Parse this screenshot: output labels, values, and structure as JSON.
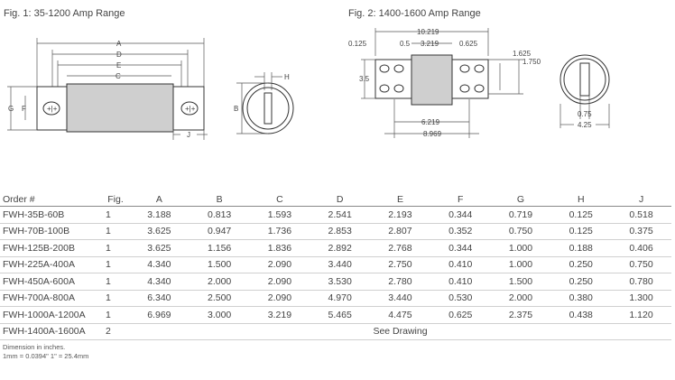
{
  "figures": {
    "fig1_title": "Fig. 1: 35-1200 Amp Range",
    "fig2_title": "Fig. 2: 1400-1600 Amp Range",
    "fig1_labels": {
      "A": "A",
      "D": "D",
      "E": "E",
      "C": "C",
      "G": "G",
      "F": "F",
      "J": "J",
      "B": "B",
      "H": "H"
    },
    "fig2_labels": {
      "overall": "10.219",
      "left_tab": "0.125",
      "gap": "0.5",
      "mid": "3.219",
      "right_gap": "0.625",
      "height": "3.5",
      "tab_h1": "1.625",
      "tab_h2": "1.750",
      "body_len": "6.219",
      "total_len": "8.969",
      "end_w": "0.75",
      "end_d": "4.25"
    }
  },
  "table": {
    "headers": [
      "Order #",
      "Fig.",
      "A",
      "B",
      "C",
      "D",
      "E",
      "F",
      "G",
      "H",
      "J"
    ],
    "rows": [
      [
        "FWH-35B-60B",
        "1",
        "3.188",
        "0.813",
        "1.593",
        "2.541",
        "2.193",
        "0.344",
        "0.719",
        "0.125",
        "0.518"
      ],
      [
        "FWH-70B-100B",
        "1",
        "3.625",
        "0.947",
        "1.736",
        "2.853",
        "2.807",
        "0.352",
        "0.750",
        "0.125",
        "0.375"
      ],
      [
        "FWH-125B-200B",
        "1",
        "3.625",
        "1.156",
        "1.836",
        "2.892",
        "2.768",
        "0.344",
        "1.000",
        "0.188",
        "0.406"
      ],
      [
        "FWH-225A-400A",
        "1",
        "4.340",
        "1.500",
        "2.090",
        "3.440",
        "2.750",
        "0.410",
        "1.000",
        "0.250",
        "0.750"
      ],
      [
        "FWH-450A-600A",
        "1",
        "4.340",
        "2.000",
        "2.090",
        "3.530",
        "2.780",
        "0.410",
        "1.500",
        "0.250",
        "0.780"
      ],
      [
        "FWH-700A-800A",
        "1",
        "6.340",
        "2.500",
        "2.090",
        "4.970",
        "3.440",
        "0.530",
        "2.000",
        "0.380",
        "1.300"
      ],
      [
        "FWH-1000A-1200A",
        "1",
        "6.969",
        "3.000",
        "3.219",
        "5.465",
        "4.475",
        "0.625",
        "2.375",
        "0.438",
        "1.120"
      ]
    ],
    "last_row": {
      "order": "FWH-1400A-1600A",
      "fig": "2",
      "note": "See Drawing"
    }
  },
  "notes": {
    "line1": "Dimension in inches.",
    "line2": "1mm = 0.0394\"     1\" = 25.4mm"
  }
}
